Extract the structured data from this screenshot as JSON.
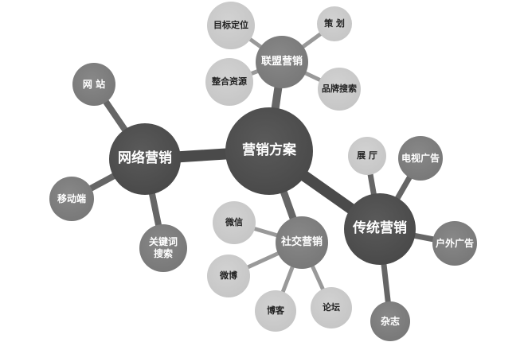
{
  "title": "营销方案",
  "nodes": {
    "center": "营销方案",
    "alliance": "联盟营销",
    "target": "目标定位",
    "planning": "策 划",
    "integration": "整合资源",
    "brand_search": "品牌搜索",
    "network": "网络营销",
    "website": "网 站",
    "mobile": "移动端",
    "keyword": "关键词\n搜索",
    "traditional": "传统营销",
    "showroom": "展 厅",
    "tv": "电视广告",
    "outdoor": "户外广告",
    "magazine": "杂志",
    "social": "社交营销",
    "wechat": "微信",
    "weibo": "微博",
    "blog": "博客",
    "forum": "论坛"
  },
  "colors": {
    "dark": "#4a4a4a",
    "mid": "#7d7d7d",
    "light": "#c8c8c8",
    "branch": "#555555"
  }
}
